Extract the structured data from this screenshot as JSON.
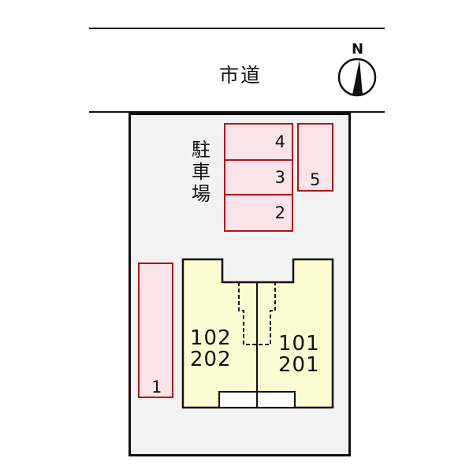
{
  "road": {
    "label": "市道"
  },
  "compass": {
    "label": "N",
    "icon": "north-arrow-icon"
  },
  "parking": {
    "label": "駐車場",
    "label_chars": [
      "駐",
      "車",
      "場"
    ],
    "spaces": [
      {
        "number": "4"
      },
      {
        "number": "3"
      },
      {
        "number": "2"
      },
      {
        "number": "5"
      },
      {
        "number": "1"
      }
    ]
  },
  "building": {
    "units_left": {
      "line1": "102",
      "line2": "202"
    },
    "units_right": {
      "line1": "101",
      "line2": "201"
    }
  },
  "colors": {
    "parking_fill": "#fbe3ea",
    "parking_border": "#b0141e",
    "building_fill": "#fdfbd2",
    "lot_fill": "#f2f2f2",
    "line": "#111111"
  }
}
